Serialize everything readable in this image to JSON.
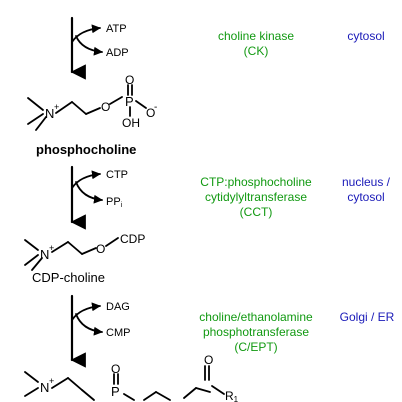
{
  "steps": [
    {
      "enzyme": [
        "choline kinase",
        "(CK)"
      ],
      "location": [
        "cytosol"
      ],
      "cofactor_in": "ATP",
      "cofactor_out": "ADP"
    },
    {
      "enzyme": [
        "CTP:phosphocholine",
        "cytidylyltransferase",
        "(CCT)"
      ],
      "location": [
        "nucleus /",
        "cytosol"
      ],
      "cofactor_in": "CTP",
      "cofactor_out": "PP",
      "cofactor_out_sub": "i"
    },
    {
      "enzyme": [
        "choline/ethanolamine",
        "phosphotransferase",
        "(C/EPT)"
      ],
      "location": [
        "Golgi / ER"
      ],
      "cofactor_in": "DAG",
      "cofactor_out": "CMP"
    }
  ],
  "molecules": {
    "phosphocholine": "phosphocholine",
    "cdp_choline": "CDP-choline",
    "cdp_group": "CDP"
  },
  "atoms": {
    "N": "N",
    "plus": "+",
    "O": "O",
    "P": "P",
    "OH": "OH",
    "O_minus": "O",
    "minus": "-",
    "R1": "R",
    "R1_sub": "1"
  },
  "colors": {
    "enzyme": "#119911",
    "location": "#1a1ab8"
  }
}
